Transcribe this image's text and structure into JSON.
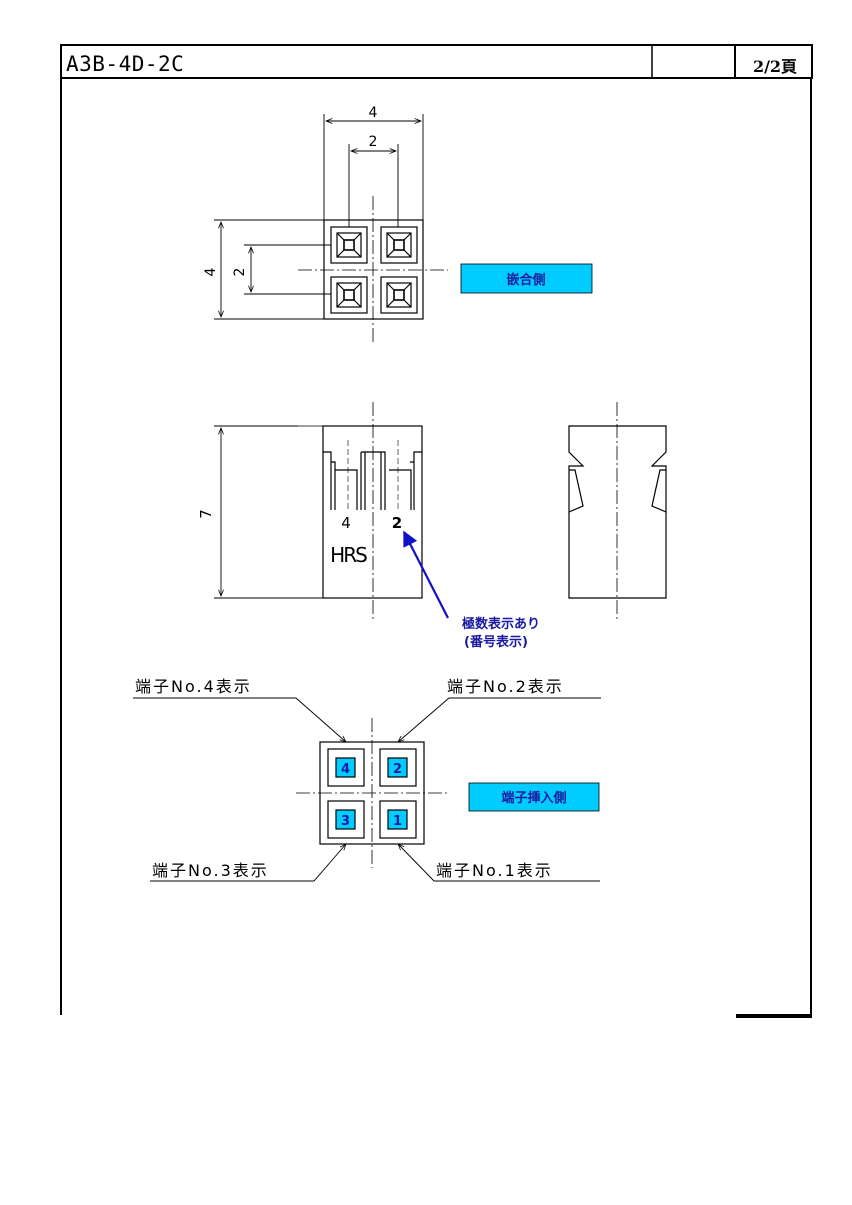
{
  "header": {
    "part_number": "A3B-4D-2C",
    "page_label": "2/2頁"
  },
  "dimensions": {
    "top_width": "4",
    "top_pitch": "2",
    "side_height": "4",
    "side_pitch": "2",
    "body_height": "7"
  },
  "front_view": {
    "pos_left": "4",
    "pos_right": "2",
    "logo": "HRS"
  },
  "labels": {
    "mating_side": "嵌合側",
    "insertion_side": "端子挿入側",
    "polarity_note_line1": "極数表示あり",
    "polarity_note_line2": "(番号表示)",
    "terminal_4": "端子No.4表示",
    "terminal_2": "端子No.2表示",
    "terminal_3": "端子No.3表示",
    "terminal_1": "端子No.1表示"
  },
  "terminal_numbers": {
    "n4": "4",
    "n2": "2",
    "n3": "3",
    "n1": "1"
  },
  "colors": {
    "label_fill": "#00ccff",
    "label_text": "#1a1aa0",
    "arrow": "#1010c8",
    "line": "#000000"
  }
}
